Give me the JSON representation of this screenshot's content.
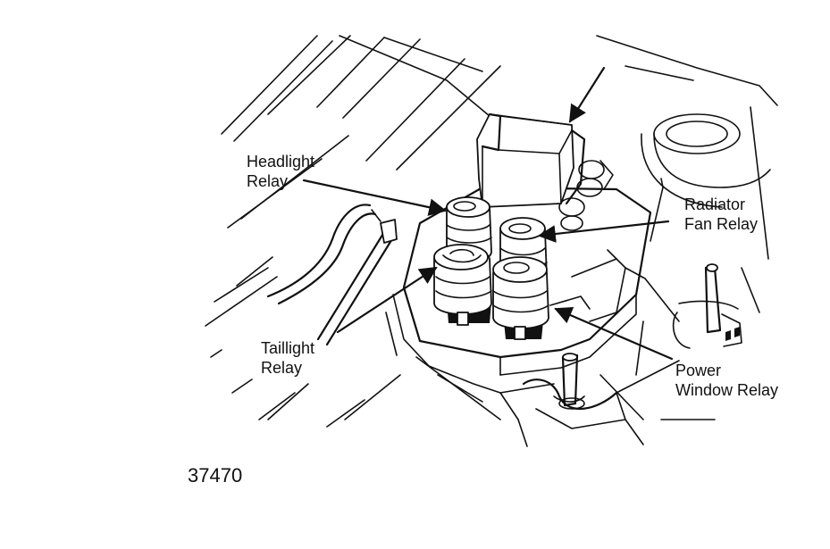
{
  "labels": {
    "headlight_relay": [
      "Headlight",
      "Relay"
    ],
    "radiator_fan_relay": [
      "Radiator",
      "Fan Relay"
    ],
    "taillight_relay": [
      "Taillight",
      "Relay"
    ],
    "power_window_relay": [
      "Power",
      "Window Relay"
    ]
  },
  "figure_number": "37470"
}
